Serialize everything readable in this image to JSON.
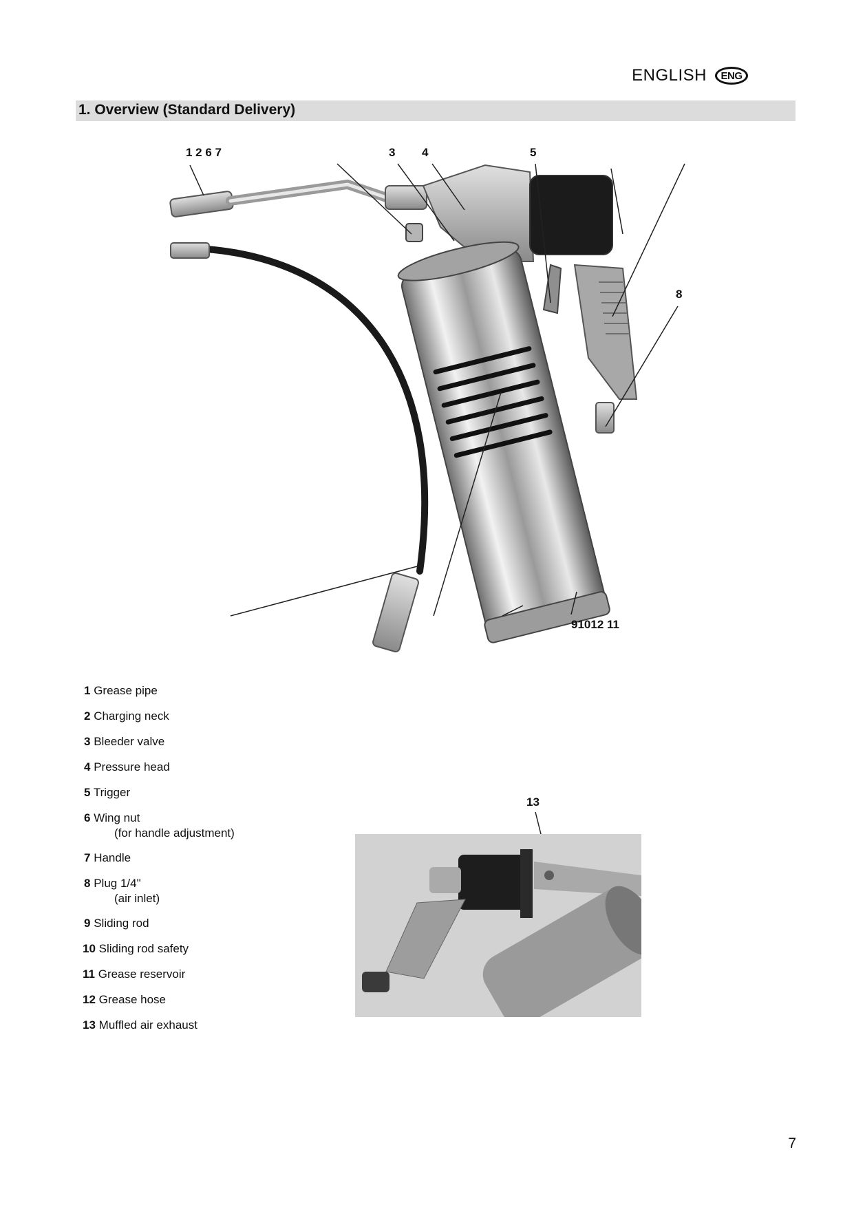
{
  "header": {
    "language": "ENGLISH",
    "badge": "ENG"
  },
  "section": {
    "title": "1. Overview (Standard Delivery)"
  },
  "figure1": {
    "callouts": {
      "c1267": "1 2 6 7",
      "c3": "3",
      "c4": "4",
      "c5": "5",
      "c8": "8",
      "c91012": "91012 11"
    }
  },
  "figure2": {
    "callout": "13"
  },
  "parts": [
    {
      "num": "1",
      "label": "Grease pipe",
      "sub": ""
    },
    {
      "num": "2",
      "label": "Charging neck",
      "sub": ""
    },
    {
      "num": "3",
      "label": "Bleeder valve",
      "sub": ""
    },
    {
      "num": "4",
      "label": "Pressure head",
      "sub": ""
    },
    {
      "num": "5",
      "label": "Trigger",
      "sub": ""
    },
    {
      "num": "6",
      "label": "Wing nut",
      "sub": "(for handle adjustment)"
    },
    {
      "num": "7",
      "label": "Handle",
      "sub": ""
    },
    {
      "num": "8",
      "label": "Plug 1/4\"",
      "sub": "(air inlet)"
    },
    {
      "num": "9",
      "label": "Sliding rod",
      "sub": ""
    },
    {
      "num": "10",
      "label": "Sliding rod safety",
      "sub": ""
    },
    {
      "num": "11",
      "label": "Grease reservoir",
      "sub": ""
    },
    {
      "num": "12",
      "label": "Grease hose",
      "sub": ""
    },
    {
      "num": "13",
      "label": "Muffled air exhaust",
      "sub": ""
    }
  ],
  "footer": {
    "page_number": "7"
  }
}
